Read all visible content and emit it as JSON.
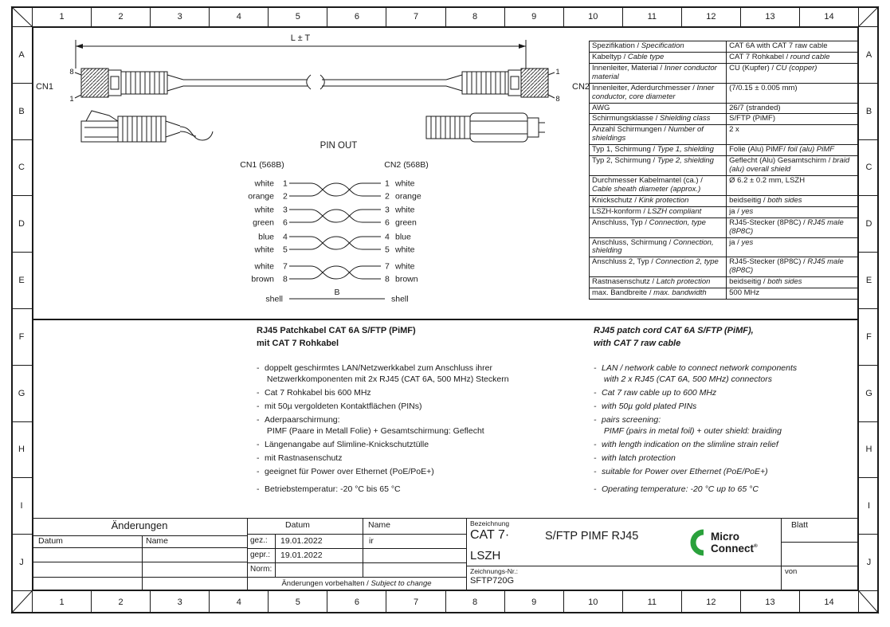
{
  "frame": {
    "columns": [
      "1",
      "2",
      "3",
      "4",
      "5",
      "6",
      "7",
      "8",
      "9",
      "10",
      "11",
      "12",
      "13",
      "14"
    ],
    "rows": [
      "A",
      "B",
      "C",
      "D",
      "E",
      "F",
      "G",
      "H",
      "I",
      "J"
    ]
  },
  "colors": {
    "logo_green": "#2aa13c",
    "logo_text": "#3c3c3c"
  },
  "drawing": {
    "dimension_label": "L ± T",
    "cn1_label": "CN1",
    "cn2_label": "CN2",
    "cn1_pin_top": "8",
    "cn1_pin_bottom": "1",
    "cn2_pin_top": "1",
    "cn2_pin_bottom": "8"
  },
  "pinout": {
    "title": "PIN OUT",
    "cn1_header": "CN1 (568B)",
    "cn2_header": "CN2 (568B)",
    "rows": [
      {
        "left_color": "white",
        "left_pin": "1",
        "right_pin": "1",
        "right_color": "white"
      },
      {
        "left_color": "orange",
        "left_pin": "2",
        "right_pin": "2",
        "right_color": "orange"
      },
      {
        "left_color": "white",
        "left_pin": "3",
        "right_pin": "3",
        "right_color": "white"
      },
      {
        "left_color": "green",
        "left_pin": "6",
        "right_pin": "6",
        "right_color": "green"
      },
      {
        "left_color": "blue",
        "left_pin": "4",
        "right_pin": "4",
        "right_color": "blue"
      },
      {
        "left_color": "white",
        "left_pin": "5",
        "right_pin": "5",
        "right_color": "white"
      },
      {
        "left_color": "white",
        "left_pin": "7",
        "right_pin": "7",
        "right_color": "white"
      },
      {
        "left_color": "brown",
        "left_pin": "8",
        "right_pin": "8",
        "right_color": "brown"
      }
    ],
    "shell_left": "shell",
    "shell_b": "B",
    "shell_right": "shell"
  },
  "spec_table": {
    "rows": [
      {
        "de": "Spezifikation /",
        "en": "Specification",
        "v1": "CAT 6A with CAT 7 raw cable",
        "v2": ""
      },
      {
        "de": "Kabeltyp /",
        "en": "Cable type",
        "v1": "CAT 7 Rohkabel /",
        "v2": "round cable"
      },
      {
        "de": "Innenleiter, Material /",
        "en": "Inner conductor material",
        "v1": "CU (Kupfer) /",
        "v2": "CU (copper)"
      },
      {
        "de": "Innenleiter, Aderdurchmesser /",
        "en": "Inner conductor, core diameter",
        "v1": "(7/0.15 ± 0.005 mm)",
        "v2": ""
      },
      {
        "de": "AWG",
        "en": "",
        "v1": "26/7 (stranded)",
        "v2": ""
      },
      {
        "de": "Schirmungsklasse /",
        "en": "Shielding class",
        "v1": "S/FTP (PiMF)",
        "v2": ""
      },
      {
        "de": "Anzahl Schirmungen /",
        "en": "Number of shieldings",
        "v1": "2 x",
        "v2": ""
      },
      {
        "de": "Typ 1, Schirmung /",
        "en": "Type 1, shielding",
        "v1": "Folie (Alu) PiMF/",
        "v2": "foil (alu) PiMF"
      },
      {
        "de": "Typ 2, Schirmung /",
        "en": "Type 2, shielding",
        "v1": "Geflecht (Alu) Gesamtschirm /",
        "v2": "braid (alu) overall shield"
      },
      {
        "de": "Durchmesser Kabelmantel (ca.) /",
        "en": "Cable sheath diameter (approx.)",
        "v1": "Ø 6.2 ± 0.2 mm, LSZH",
        "v2": ""
      },
      {
        "de": "Knickschutz /",
        "en": "Kink protection",
        "v1": "beidseitig /",
        "v2": "both sides"
      },
      {
        "de": "LSZH-konform /",
        "en": "LSZH compliant",
        "v1": "ja /",
        "v2": "yes"
      },
      {
        "de": "Anschluss, Typ /",
        "en": "Connection, type",
        "v1": "RJ45-Stecker (8P8C) /",
        "v2": "RJ45 male (8P8C)"
      },
      {
        "de": "Anschluss, Schirmung /",
        "en": "Connection, shielding",
        "v1": "ja /",
        "v2": "yes"
      },
      {
        "de": "Anschluss 2, Typ /",
        "en": "Connection 2, type",
        "v1": "RJ45-Stecker (8P8C) /",
        "v2": "RJ45 male (8P8C)"
      },
      {
        "de": "Rastnasenschutz /",
        "en": "Latch protection",
        "v1": "beidseitig /",
        "v2": "both sides"
      },
      {
        "de": "max. Bandbreite /",
        "en": "max. bandwidth",
        "v1": "500 MHz",
        "v2": ""
      }
    ]
  },
  "description": {
    "de": {
      "title": "RJ45 Patchkabel CAT 6A S/FTP (PiMF)\nmit CAT 7 Rohkabel",
      "items": [
        "doppelt geschirmtes LAN/Netzwerkkabel zum Anschluss ihrer\n Netzwerkkomponenten mit 2x RJ45 (CAT 6A, 500 MHz) Steckern",
        "Cat 7 Rohkabel bis 600 MHz",
        "mit 50µ vergoldeten Kontaktflächen (PINs)",
        "Aderpaarschirmung:\n PIMF (Paare in Metall Folie) + Gesamtschirmung: Geflecht",
        "Längenangabe auf Slimline-Knickschutztülle",
        "mit Rastnasenschutz",
        "geeignet für Power over Ethernet (PoE/PoE+)",
        "Betriebstemperatur: -20 °C bis 65 °C"
      ]
    },
    "en": {
      "title": "RJ45 patch cord CAT 6A S/FTP (PiMF),\nwith CAT 7 raw cable",
      "items": [
        "LAN / network cable to connect network components\n with 2 x RJ45 (CAT 6A, 500 MHz) connectors",
        "Cat 7 raw cable up to 600 MHz",
        "with 50µ gold plated PINs",
        "pairs screening:\n PIMF (pairs in metal foil) + outer shield: braiding",
        "with length indication on the slimline strain relief",
        "with latch protection",
        "suitable for Power over Ethernet (PoE/PoE+)",
        "Operating temperature: -20 °C up to 65 °C"
      ]
    }
  },
  "title_block": {
    "aenderungen_header": "Änderungen",
    "datum_label": "Datum",
    "name_label": "Name",
    "datum_label2": "Datum",
    "name_label2": "Name",
    "gez_label": "gez.:",
    "gez_date": "19.01.2022",
    "gez_name": "ir",
    "gepr_label": "gepr.:",
    "gepr_date": "19.01.2022",
    "norm_label": "Norm:",
    "footer_note_de": "Änderungen vorbehalten /",
    "footer_note_en": "Subject to change",
    "bezeichnung_label": "Bezeichnung",
    "designation_line1a": "CAT 7·",
    "designation_line1b": "S/FTP PIMF RJ45",
    "designation_line2": "LSZH",
    "zeichnungsnr_label": "Zeichnungs-Nr.:",
    "zeichnungsnr_value": "SFTP720G",
    "blatt_label": "Blatt",
    "von_label": "von",
    "logo": {
      "text1": "Micro",
      "text2": "Connect",
      "mark": "®"
    }
  }
}
